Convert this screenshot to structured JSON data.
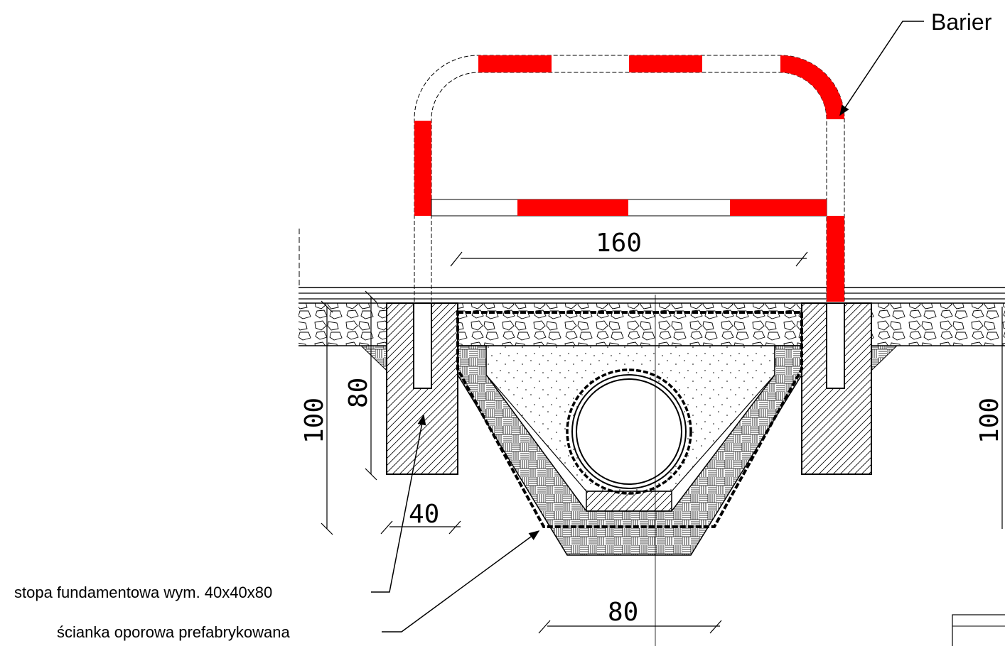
{
  "labels": {
    "barrier": "Barier",
    "foundation_note": "stopa fundamentowa wym. 40x40x80",
    "wall_note": "ścianka oporowa prefabrykowana"
  },
  "dimensions": {
    "barrier_span": "160",
    "foundation_width": "40",
    "foundation_depth": "80",
    "left_depth": "100",
    "right_depth": "100",
    "trench_base": "80"
  },
  "colors": {
    "barrier_red": "#ff0000",
    "line": "#000000"
  }
}
